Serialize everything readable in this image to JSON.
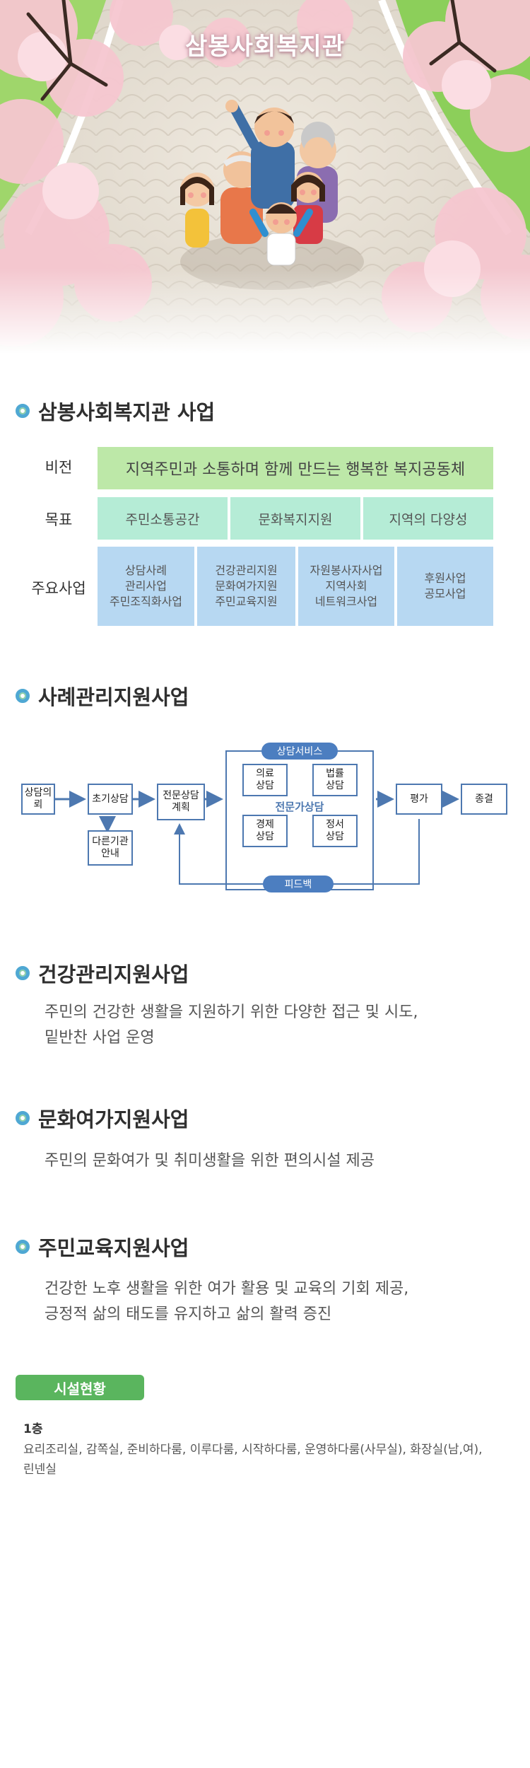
{
  "hero": {
    "title": "삼봉사회복지관"
  },
  "sections": {
    "business": {
      "title": "삼봉사회복지관 사업",
      "vision_label": "비전",
      "vision_text": "지역주민과 소통하며 함께 만드는 행복한 복지공동체",
      "goal_label": "목표",
      "goals": [
        "주민소통공간",
        "문화복지지원",
        "지역의 다양성"
      ],
      "main_label": "주요사업",
      "main_items": [
        [
          "상담사례",
          "관리사업",
          "주민조직화사업"
        ],
        [
          "건강관리지원",
          "문화여가지원",
          "주민교육지원"
        ],
        [
          "자원봉사자사업",
          "지역사회",
          "네트워크사업"
        ],
        [
          "후원사업",
          "공모사업"
        ]
      ]
    },
    "case": {
      "title": "사례관리지원사업",
      "flow": {
        "intake": "상담의뢰",
        "initial": "초기상담",
        "referral": [
          "다른기관",
          "안내"
        ],
        "plan": [
          "전문상담",
          "계획"
        ],
        "service_title": "상담서비스",
        "expert_title": "전문가상담",
        "medical": [
          "의료",
          "상담"
        ],
        "legal": [
          "법률",
          "상담"
        ],
        "economic": [
          "경제",
          "상담"
        ],
        "emotional": [
          "정서",
          "상담"
        ],
        "evaluation": "평가",
        "end": "종결",
        "feedback": "피드백"
      }
    },
    "health": {
      "title": "건강관리지원사업",
      "body": [
        "주민의 건강한 생활을 지원하기 위한 다양한 접근 및 시도,",
        "밑반찬 사업 운영"
      ]
    },
    "culture": {
      "title": "문화여가지원사업",
      "body": [
        "주민의 문화여가 및 취미생활을 위한 편의시설 제공"
      ]
    },
    "education": {
      "title": "주민교육지원사업",
      "body": [
        "건강한 노후 생활을 위한 여가 활용 및 교육의 기회 제공,",
        "긍정적 삶의 태도를 유지하고 삶의 활력 증진"
      ]
    },
    "facility": {
      "badge": "시설현황",
      "floor": "1층",
      "desc": "요리조리실, 감쪽실, 준비하다룸, 이루다룸, 시작하다룸, 운영하다룸(사무실), 화장실(남,여), 린넨실"
    }
  },
  "colors": {
    "vision": "#bde8a8",
    "goal": "#b5ecd6",
    "main": "#b7d8f2",
    "flow": "#4d78b0",
    "facility_badge": "#5ab55e"
  }
}
